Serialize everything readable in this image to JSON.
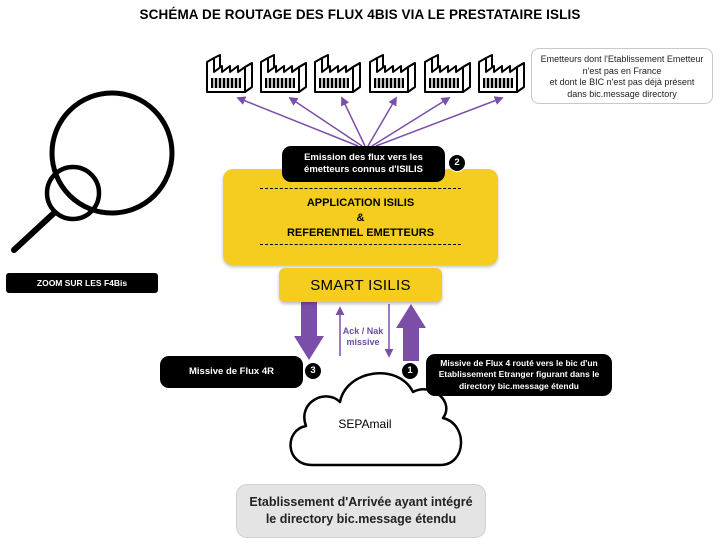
{
  "title": "SCHÉMA DE ROUTAGE DES FLUX 4BIS VIA LE PRESTATAIRE ISLIS",
  "note": {
    "lines": [
      "Emetteurs dont l'Etablissement Emetteur",
      "n'est pas en France",
      "et dont le BIC n'est pas déjà présent",
      "dans bic.message directory"
    ]
  },
  "emission": {
    "lines": [
      "Emission des flux vers les",
      "émetteurs connus d'ISILIS"
    ],
    "step": "2"
  },
  "application": {
    "lines": [
      "APPLICATION ISILIS",
      "&",
      "REFERENTIEL EMETTEURS"
    ]
  },
  "smart_isilis": "SMART ISILIS",
  "ack_nak": {
    "lines": [
      "Ack / Nak",
      "missive"
    ]
  },
  "missive_4r": {
    "label": "Missive de Flux 4R",
    "step": "3"
  },
  "flux4": {
    "lines": [
      "Missive de Flux 4 routé vers le bic d'un",
      "Etablissement Etranger figurant dans le",
      "directory bic.message étendu"
    ],
    "step": "1"
  },
  "sepamail": "SEPAmail",
  "zoom": "ZOOM SUR LES F4Bis",
  "arrival": {
    "lines": [
      "Etablissement d'Arrivée ayant intégré",
      "le directory bic.message étendu"
    ]
  },
  "colors": {
    "yellow": "#f4cd1f",
    "purple": "#7b4fa8",
    "black": "#000000"
  },
  "icons": [
    "factory-icon",
    "magnifier-icon",
    "cloud-icon"
  ]
}
